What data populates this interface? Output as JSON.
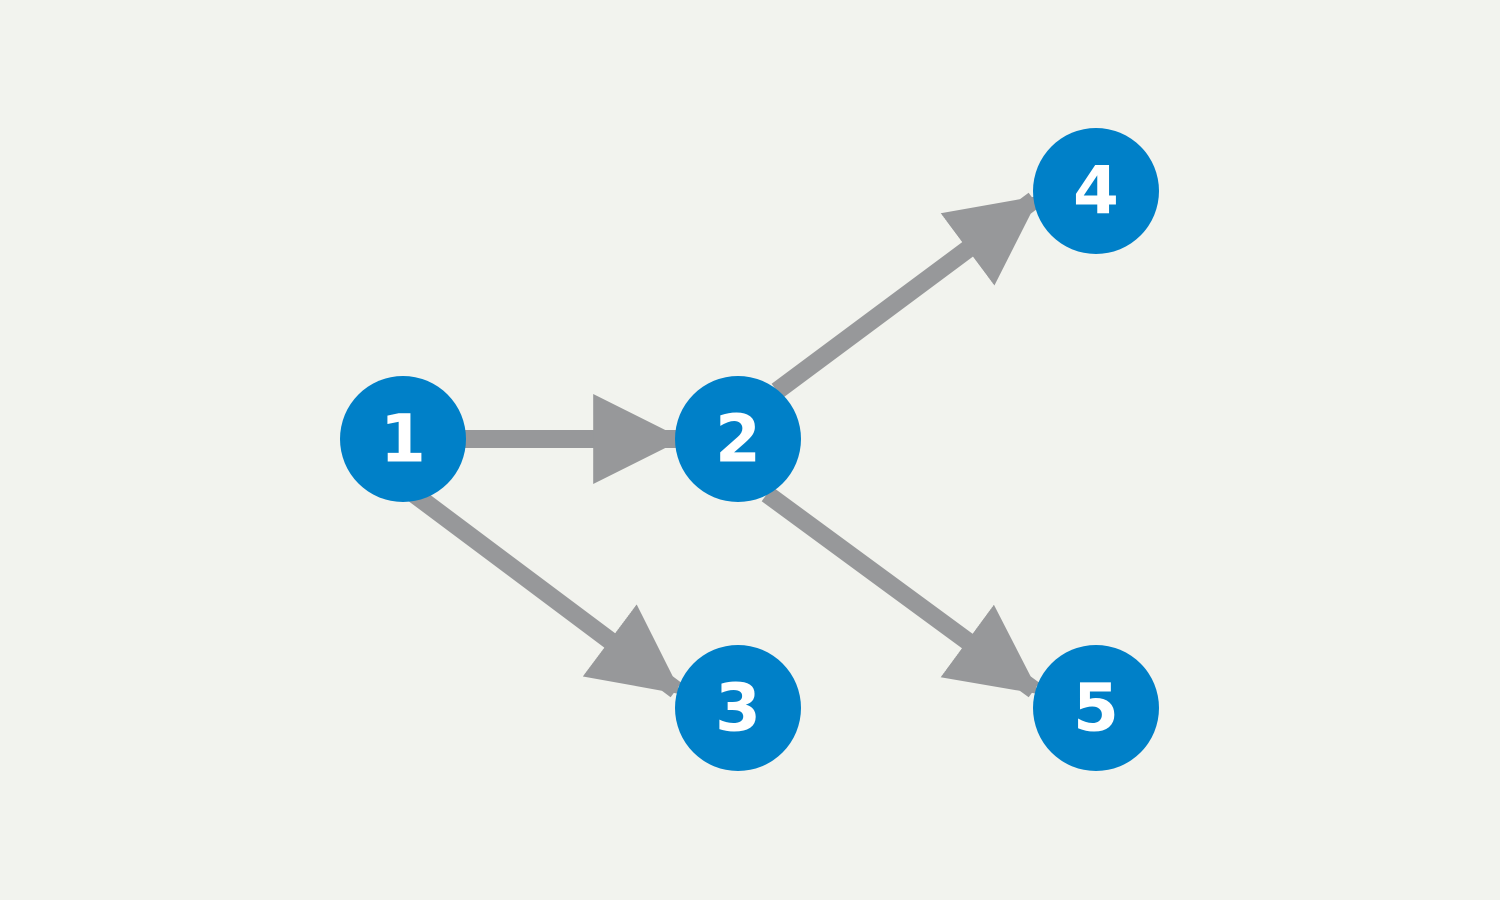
{
  "colors": {
    "background": "#f2f3ee",
    "node_fill": "#0080c8",
    "node_text": "#ffffff",
    "edge": "#97989a"
  },
  "nodes": [
    {
      "id": "n1",
      "label": "1"
    },
    {
      "id": "n2",
      "label": "2"
    },
    {
      "id": "n3",
      "label": "3"
    },
    {
      "id": "n4",
      "label": "4"
    },
    {
      "id": "n5",
      "label": "5"
    }
  ],
  "edges": [
    {
      "from": "n1",
      "to": "n2"
    },
    {
      "from": "n1",
      "to": "n3"
    },
    {
      "from": "n2",
      "to": "n4"
    },
    {
      "from": "n2",
      "to": "n5"
    }
  ]
}
